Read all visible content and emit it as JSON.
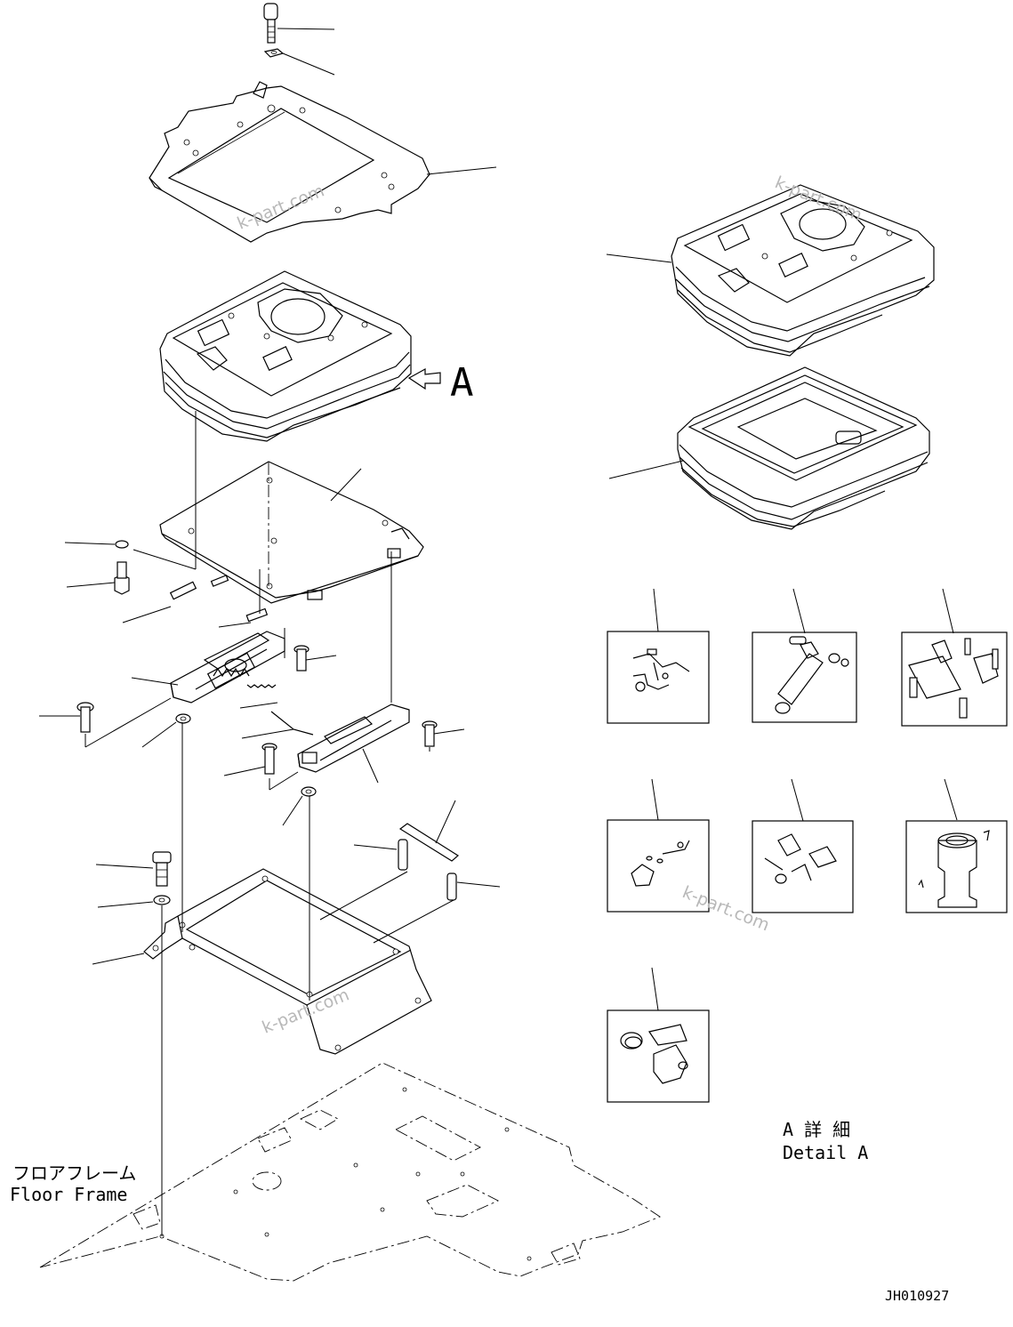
{
  "view_arrow_label": "A",
  "detail_label_jp": "A 詳 細",
  "detail_label_en": "Detail A",
  "floor_label_jp": "フロアフレーム",
  "floor_label_en": "Floor Frame",
  "drawing_code": "JH010927",
  "watermark": "k-part.com",
  "colors": {
    "line": "#000000",
    "background": "#ffffff",
    "watermark": "#b8b8b8"
  }
}
